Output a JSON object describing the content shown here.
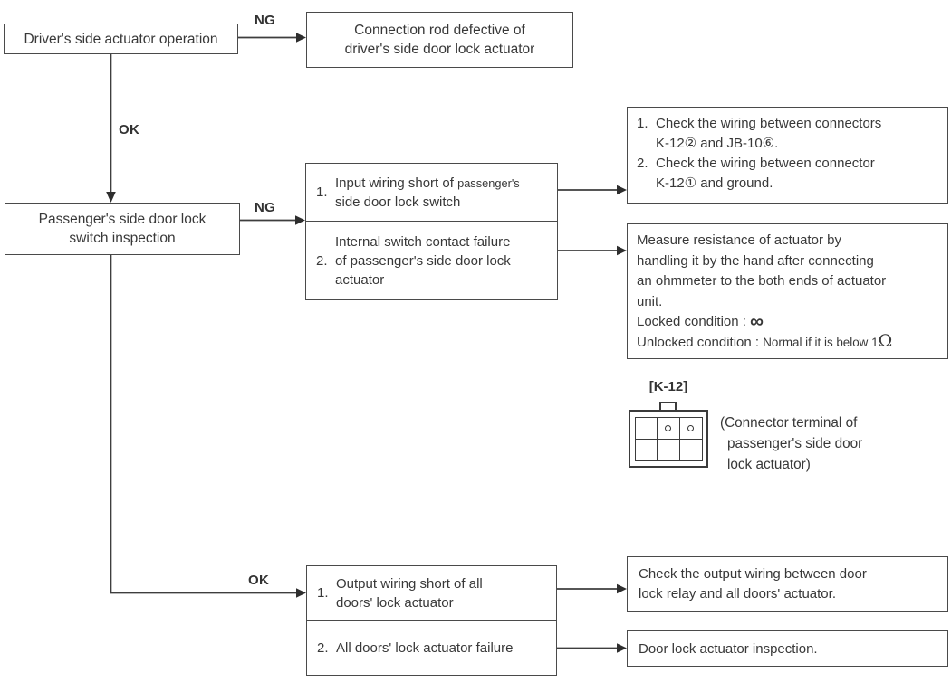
{
  "flowchart": {
    "driver_box": {
      "text": "Driver's side actuator operation"
    },
    "connection_rod_box": {
      "lines": [
        "Connection rod defective of",
        "driver's side door lock actuator"
      ]
    },
    "passenger_box": {
      "lines": [
        "Passenger's side door lock",
        "switch inspection"
      ]
    },
    "labels": {
      "ng_top": "NG",
      "ok_top": "OK",
      "ng_mid": "NG",
      "ok_bottom": "OK"
    },
    "mid_box": {
      "cell1": {
        "num": "1.",
        "line1_main": "Input wiring short of",
        "line1_small": "passenger's",
        "line2": "side door lock switch"
      },
      "cell2": {
        "num": "2.",
        "lines": [
          "Internal switch contact failure",
          "of passenger's side door lock",
          "actuator"
        ]
      }
    },
    "check_box": {
      "item1": {
        "num": "1.",
        "lines": [
          "Check the wiring between connectors",
          "K-12② and JB-10⑥."
        ]
      },
      "item2": {
        "num": "2.",
        "lines": [
          "Check the wiring between connector",
          "K-12① and ground."
        ]
      }
    },
    "measure_box": {
      "lines": [
        "Measure resistance of actuator by",
        "handling it by the hand after connecting",
        "an ohmmeter to the both ends of actuator",
        "unit."
      ],
      "locked_label": "Locked condition :",
      "locked_value": "∞",
      "unlocked_label": "Unlocked condition :",
      "unlocked_value": "Normal if it is below 1",
      "unlocked_unit": "Ω"
    },
    "connector": {
      "label": "[K-12]",
      "caption_lines": [
        "(Connector terminal of",
        "passenger's side door",
        "lock actuator)"
      ]
    },
    "bottom_box": {
      "cell1": {
        "num": "1.",
        "lines": [
          "Output wiring short of all",
          "doors' lock actuator"
        ]
      },
      "cell2": {
        "num": "2.",
        "line": "All doors' lock actuator failure"
      }
    },
    "out_box1": {
      "lines": [
        "Check the output wiring between door",
        "lock relay and all doors' actuator."
      ]
    },
    "out_box2": {
      "line": "Door lock actuator inspection."
    },
    "colors": {
      "line": "#3e3e3e",
      "border": "#4a4a4a",
      "text": "#383838"
    }
  }
}
